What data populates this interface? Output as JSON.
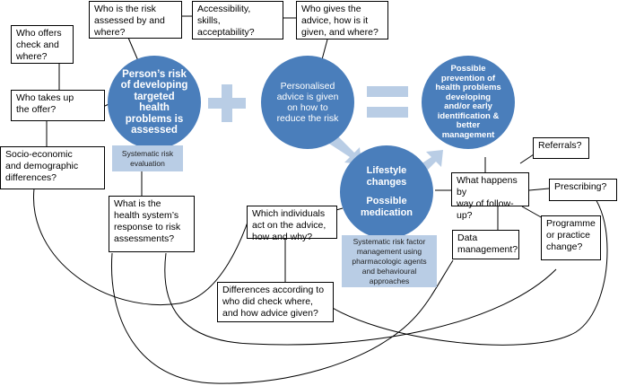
{
  "circles": {
    "risk": "Person’s risk\nof developing\ntargeted\nhealth\nproblems is\nassessed",
    "advice": "Personalised\nadvice is given\non how to\nreduce the risk",
    "prevention": "Possible\nprevention of\nhealth problems\ndeveloping\nand/or early\nidentification &\nbetter\nmanagement",
    "lifestyle": "Lifestyle\nchanges",
    "medication": "Possible\nmedication"
  },
  "labels": {
    "systematic_risk": "Systematic risk\nevaluation",
    "risk_factor_mgmt": "Systematic risk factor\nmanagement using\npharmacologic agents\nand behavioural\napproaches"
  },
  "questions": {
    "who_offers": "Who offers\ncheck and\nwhere?",
    "who_assessed": "Who is the risk\nassessed by and\nwhere?",
    "accessibility": "Accessibility,\nskills,\nacceptability?",
    "who_gives": "Who gives the\nadvice, how is it\ngiven, and where?",
    "who_takes_up": "Who takes up\nthe offer?",
    "socio_economic": "Socio-economic\nand demographic\ndifferences?",
    "health_system": "What is the\nhealth system’s\nresponse to risk\nassessments?",
    "which_individuals": "Which individuals\nact on the advice,\nhow and why?",
    "differences": "Differences according to\nwho did check where,\nand how advice given?",
    "referrals": "Referrals?",
    "follow_up": "What happens by\nway of follow-up?",
    "prescribing": "Prescribing?",
    "data_mgmt": "Data\nmanagement?",
    "programme": "Programme\nor practice\nchange?"
  },
  "colors": {
    "circle": "#4a7ebb",
    "light_box": "#b9cde5",
    "operator": "#b9cde5",
    "line": "#000000"
  }
}
